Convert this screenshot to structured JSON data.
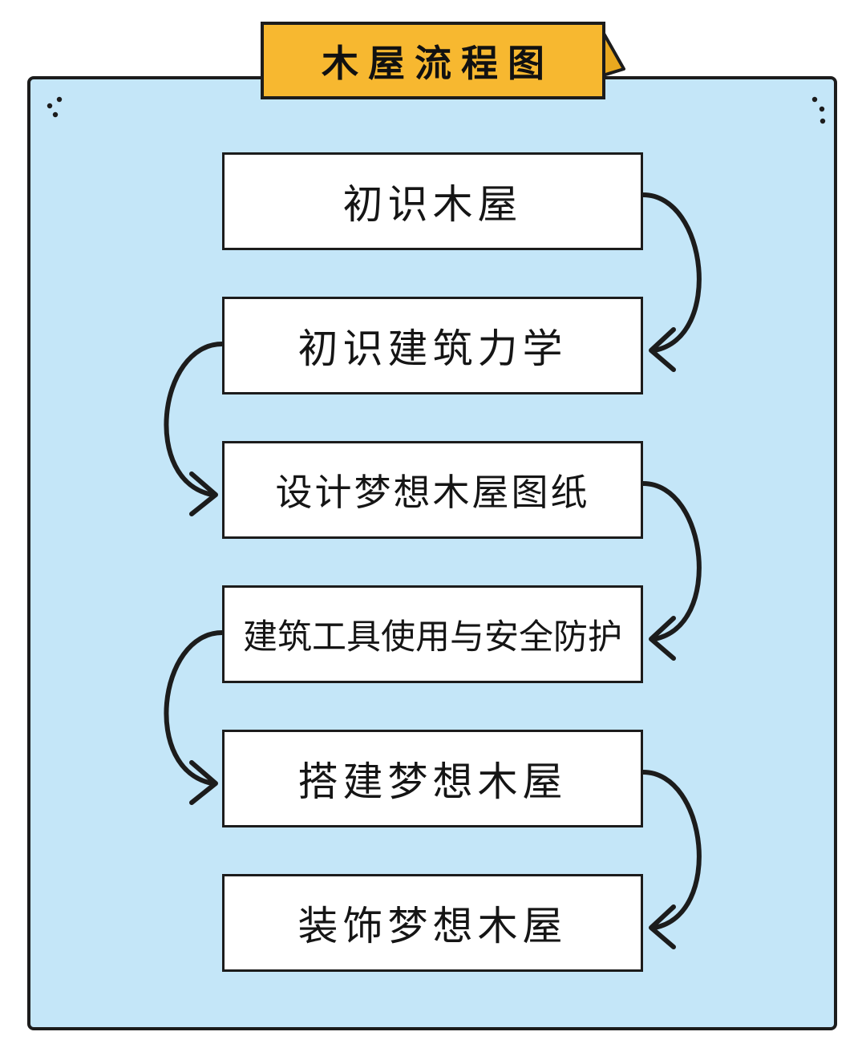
{
  "title": "木屋流程图",
  "colors": {
    "panel": "#c4e6f8",
    "title_tab": "#f7b830",
    "outline": "#1c1c1c",
    "step_box": "#ffffff"
  },
  "steps": [
    {
      "label": "初识木屋"
    },
    {
      "label": "初识建筑力学"
    },
    {
      "label": "设计梦想木屋图纸"
    },
    {
      "label": "建筑工具使用与安全防护"
    },
    {
      "label": "搭建梦想木屋"
    },
    {
      "label": "装饰梦想木屋"
    }
  ],
  "connectors": [
    {
      "from": 1,
      "to": 2,
      "side": "right"
    },
    {
      "from": 2,
      "to": 3,
      "side": "left"
    },
    {
      "from": 3,
      "to": 4,
      "side": "right"
    },
    {
      "from": 4,
      "to": 5,
      "side": "left"
    },
    {
      "from": 5,
      "to": 6,
      "side": "right"
    }
  ]
}
